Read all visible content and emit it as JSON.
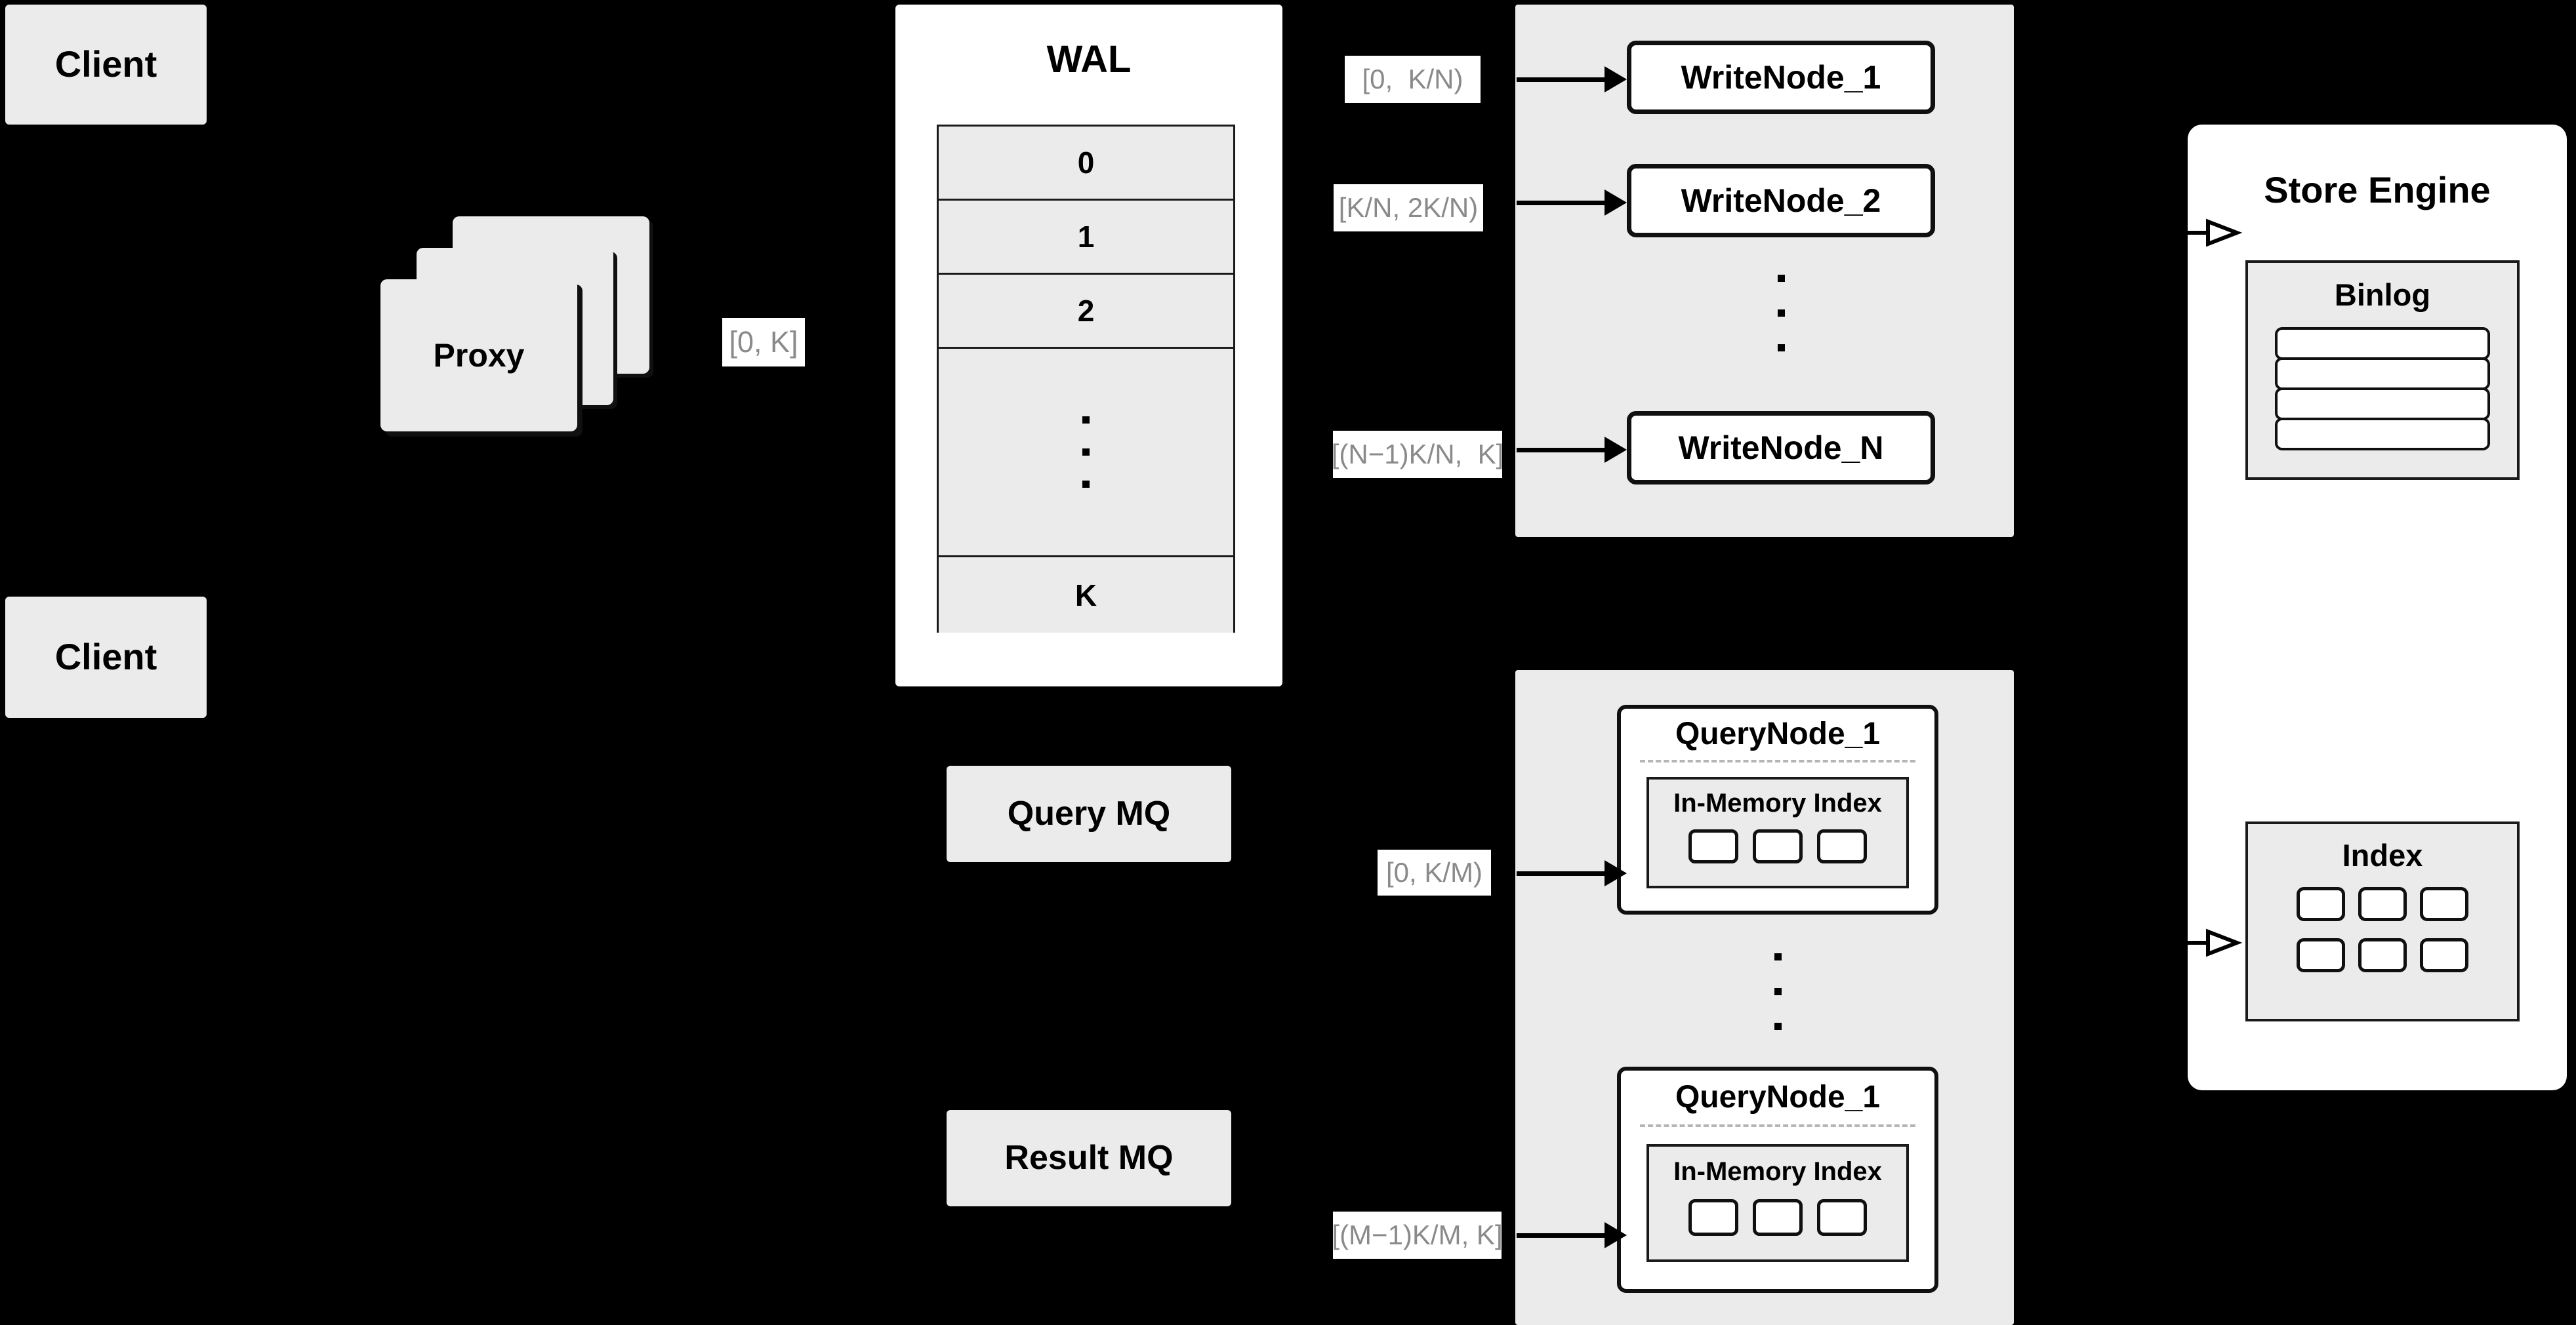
{
  "diagram": {
    "title": "Distributed write/query architecture",
    "background_color": "#000000",
    "box_fill": "#ebebeb",
    "panel_fill": "#ffffff",
    "stroke_color": "#101010",
    "label_text_color": "#8a8a8a"
  },
  "clients": [
    {
      "label": "Client"
    },
    {
      "label": "Client"
    }
  ],
  "proxy": {
    "label": "Proxy",
    "stack_count": 3,
    "output_range_label": "[0, K]"
  },
  "wal": {
    "title": "WAL",
    "rows": [
      "0",
      "1",
      "2",
      "⋮",
      "K"
    ],
    "ellipsis_row_index": 3,
    "ellipsis_dots": 3
  },
  "write_group": {
    "nodes": [
      {
        "label": "WriteNode_1",
        "range_label": "[0,  K/N)"
      },
      {
        "label": "WriteNode_2",
        "range_label": "[K/N, 2K/N)"
      },
      {
        "label": "WriteNode_N",
        "range_label": "[(N−1)K/N,  K]"
      }
    ],
    "ellipsis_dots": 3
  },
  "query_group": {
    "nodes": [
      {
        "title": "QueryNode_1",
        "range_label": "[0, K/M)",
        "inner": {
          "title": "In-Memory Index",
          "cell_count": 3
        }
      },
      {
        "title": "QueryNode_1",
        "range_label": "[(M−1)K/M, K]",
        "inner": {
          "title": "In-Memory Index",
          "cell_count": 3
        }
      }
    ],
    "ellipsis_dots": 3
  },
  "message_queues": [
    {
      "label": "Query MQ"
    },
    {
      "label": "Result MQ"
    }
  ],
  "store_engine": {
    "title": "Store Engine",
    "binlog": {
      "title": "Binlog",
      "row_count": 4
    },
    "index": {
      "title": "Index",
      "rows": 2,
      "cols": 3,
      "cell_count": 6
    }
  }
}
